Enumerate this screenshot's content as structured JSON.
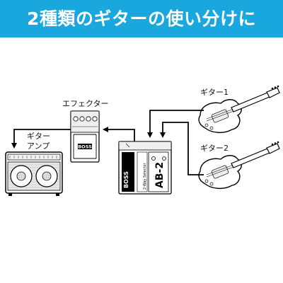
{
  "banner": {
    "title": "2種類のギターの使い分けに",
    "color": "#19a7dd"
  },
  "labels": {
    "effector": "エフェクター",
    "amp_line1": "ギター",
    "amp_line2": "アンプ",
    "guitar1": "ギター1",
    "guitar2": "ギター2"
  },
  "devices": {
    "effector_brand": "BOSS",
    "switcher_brand": "BOSS",
    "switcher_model": "AB-2",
    "switcher_sub": "2-Way Selector"
  }
}
